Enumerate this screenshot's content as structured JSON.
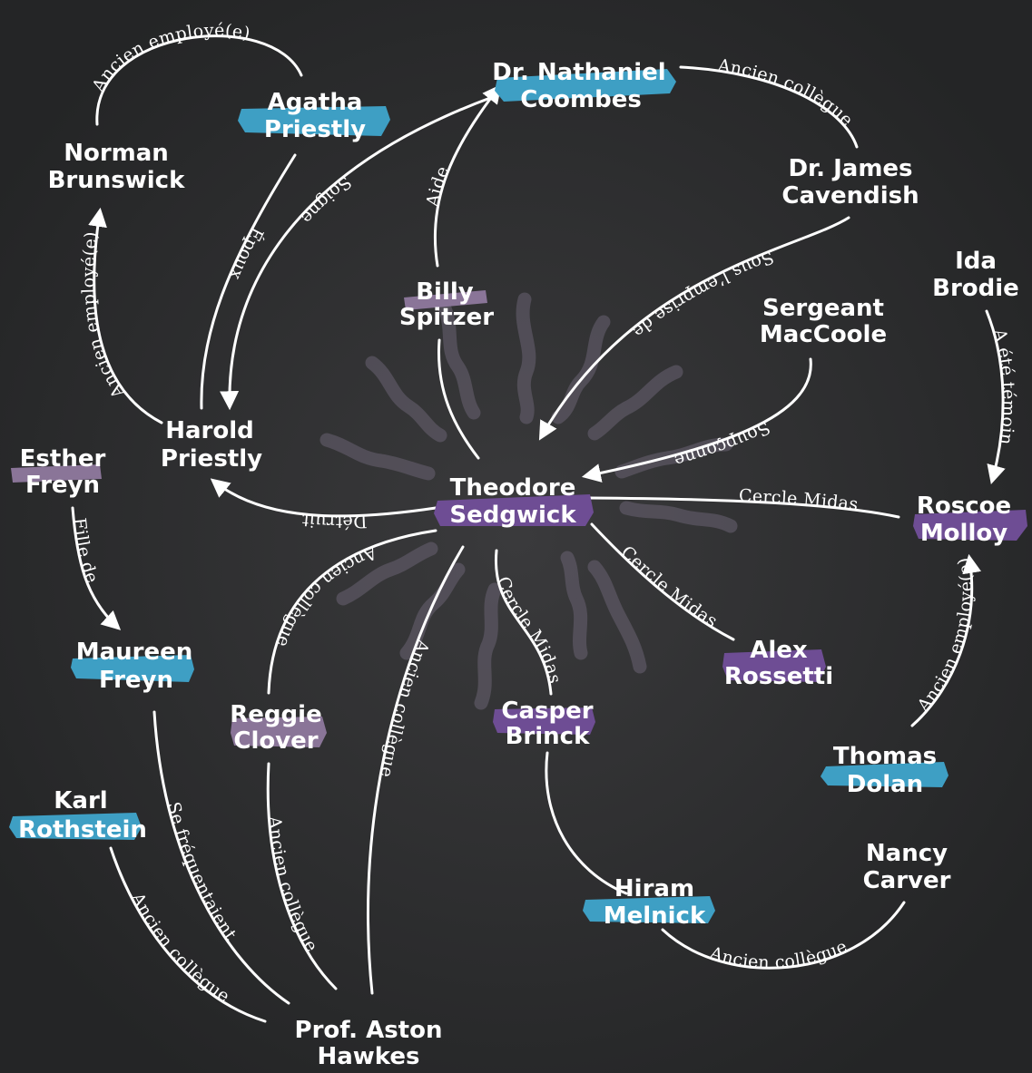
{
  "colors": {
    "background": "#2a2b2c",
    "line": "#ffffff",
    "highlight_blue": "#3e9fc4",
    "highlight_purple": "#6e4d94",
    "highlight_lavender": "#8a7598",
    "swirl": "#6a6272"
  },
  "nodes": [
    {
      "id": "norman",
      "lines": [
        "Norman",
        "Brunswick"
      ],
      "highlight": "none"
    },
    {
      "id": "agatha",
      "lines": [
        "Agatha",
        "Priestly"
      ],
      "highlight": "blue"
    },
    {
      "id": "nathaniel",
      "lines": [
        "Dr. Nathaniel",
        "Coombes"
      ],
      "highlight": "blue"
    },
    {
      "id": "james",
      "lines": [
        "Dr. James",
        "Cavendish"
      ],
      "highlight": "none"
    },
    {
      "id": "ida",
      "lines": [
        "Ida",
        "Brodie"
      ],
      "highlight": "none"
    },
    {
      "id": "billy",
      "lines": [
        "Billy",
        "Spitzer"
      ],
      "highlight": "lavender"
    },
    {
      "id": "sergeant",
      "lines": [
        "Sergeant",
        "MacCoole"
      ],
      "highlight": "none"
    },
    {
      "id": "harold",
      "lines": [
        "Harold",
        "Priestly"
      ],
      "highlight": "none"
    },
    {
      "id": "esther",
      "lines": [
        "Esther",
        "Freyn"
      ],
      "highlight": "lavender"
    },
    {
      "id": "theodore",
      "lines": [
        "Theodore",
        "Sedgwick"
      ],
      "highlight": "purple"
    },
    {
      "id": "roscoe",
      "lines": [
        "Roscoe",
        "Molloy"
      ],
      "highlight": "purple"
    },
    {
      "id": "maureen",
      "lines": [
        "Maureen",
        "Freyn"
      ],
      "highlight": "blue"
    },
    {
      "id": "alex",
      "lines": [
        "Alex",
        "Rossetti"
      ],
      "highlight": "purple"
    },
    {
      "id": "reggie",
      "lines": [
        "Reggie",
        "Clover"
      ],
      "highlight": "lavender"
    },
    {
      "id": "casper",
      "lines": [
        "Casper",
        "Brinck"
      ],
      "highlight": "purple"
    },
    {
      "id": "thomas",
      "lines": [
        "Thomas",
        "Dolan"
      ],
      "highlight": "blue"
    },
    {
      "id": "karl",
      "lines": [
        "Karl",
        "Rothstein"
      ],
      "highlight": "blue"
    },
    {
      "id": "nancy",
      "lines": [
        "Nancy",
        "Carver"
      ],
      "highlight": "none"
    },
    {
      "id": "hiram",
      "lines": [
        "Hiram",
        "Melnick"
      ],
      "highlight": "blue"
    },
    {
      "id": "aston",
      "lines": [
        "Prof. Aston",
        "Hawkes"
      ],
      "highlight": "none"
    }
  ],
  "edges": [
    {
      "id": "e1",
      "from": "norman",
      "to": "agatha",
      "label": "Ancien employé(e)",
      "directed": false
    },
    {
      "id": "e2",
      "from": "harold",
      "to": "norman",
      "label": "Ancien employé(e)",
      "directed": true
    },
    {
      "id": "e3",
      "from": "agatha",
      "to": "harold",
      "label": "Époux",
      "directed": false
    },
    {
      "id": "e4",
      "from": "nathaniel",
      "to": "harold",
      "label": "Soigne",
      "directed": true
    },
    {
      "id": "e5",
      "from": "billy",
      "to": "nathaniel",
      "label": "Aide",
      "directed": true
    },
    {
      "id": "e6",
      "from": "nathaniel",
      "to": "james",
      "label": "Ancien collègue",
      "directed": false
    },
    {
      "id": "e7",
      "from": "james",
      "to": "theodore",
      "label": "Sous l’emprise de",
      "directed": true
    },
    {
      "id": "e8",
      "from": "sergeant",
      "to": "theodore",
      "label": "Soupçonne",
      "directed": true
    },
    {
      "id": "e9",
      "from": "ida",
      "to": "roscoe",
      "label": "A été témoin",
      "directed": true
    },
    {
      "id": "e10",
      "from": "theodore",
      "to": "roscoe",
      "label": "Cercle Midas",
      "directed": false
    },
    {
      "id": "e11",
      "from": "theodore",
      "to": "harold",
      "label": "Détruit",
      "directed": true
    },
    {
      "id": "e12",
      "from": "esther",
      "to": "maureen",
      "label": "Fille de",
      "directed": true
    },
    {
      "id": "e13",
      "from": "theodore",
      "to": "reggie",
      "label": "Ancien collègue",
      "directed": false
    },
    {
      "id": "e14",
      "from": "theodore",
      "to": "aston",
      "label": "Ancien collègue",
      "directed": false
    },
    {
      "id": "e15",
      "from": "theodore",
      "to": "casper",
      "label": "Cercle Midas",
      "directed": false
    },
    {
      "id": "e16",
      "from": "theodore",
      "to": "alex",
      "label": "Cercle Midas",
      "directed": false
    },
    {
      "id": "e17",
      "from": "thomas",
      "to": "roscoe",
      "label": "Ancien employé(e)",
      "directed": true
    },
    {
      "id": "e18",
      "from": "maureen",
      "to": "aston",
      "label": "Se fréquentaient",
      "directed": false
    },
    {
      "id": "e19",
      "from": "reggie",
      "to": "aston",
      "label": "Ancien collègue",
      "directed": false
    },
    {
      "id": "e20",
      "from": "karl",
      "to": "aston",
      "label": "Ancien collègue",
      "directed": false
    },
    {
      "id": "e21",
      "from": "casper",
      "to": "hiram",
      "label": "",
      "directed": false
    },
    {
      "id": "e22",
      "from": "hiram",
      "to": "nancy",
      "label": "Ancien collègue",
      "directed": false
    },
    {
      "id": "e23",
      "from": "billy",
      "to": "theodore",
      "label": "",
      "directed": false
    }
  ]
}
